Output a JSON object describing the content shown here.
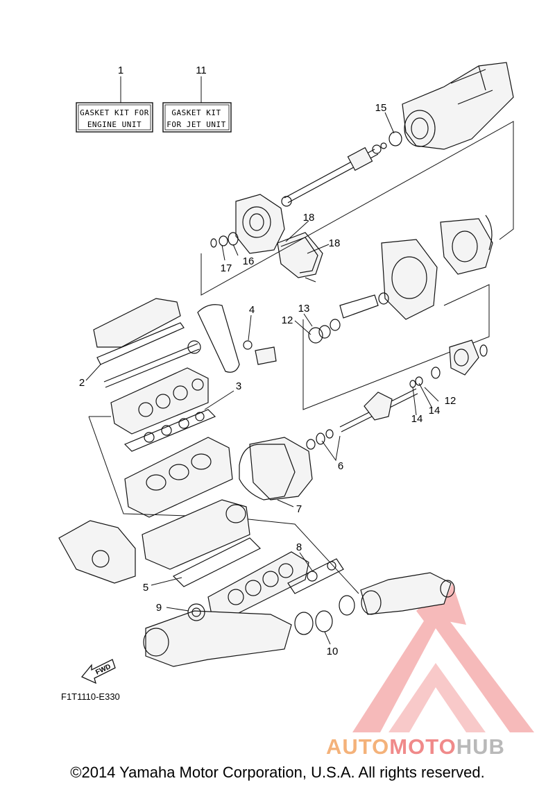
{
  "kits": [
    {
      "number": "1",
      "line1": "GASKET KIT FOR",
      "line2": "ENGINE UNIT"
    },
    {
      "number": "11",
      "line1": "GASKET KIT",
      "line2": "FOR JET UNIT"
    }
  ],
  "callouts": {
    "c2": "2",
    "c3": "3",
    "c4": "4",
    "c5": "5",
    "c6": "6",
    "c7": "7",
    "c8": "8",
    "c9": "9",
    "c10": "10",
    "c12a": "12",
    "c12b": "12",
    "c13": "13",
    "c14a": "14",
    "c14b": "14",
    "c15": "15",
    "c16": "16",
    "c17": "17",
    "c18a": "18",
    "c18b": "18"
  },
  "fwd_label": "FWD",
  "figure_code": "F1T1110-E330",
  "copyright": "©2014 Yamaha Motor Corporation, U.S.A. All rights reserved.",
  "watermark": {
    "parts": [
      "AUTO",
      "MOTO",
      "HUB"
    ],
    "colors": {
      "auto": "#f4b27a",
      "moto": "#f08a8a",
      "hub": "#b9b9b9",
      "logo": "#f08a8a"
    }
  }
}
